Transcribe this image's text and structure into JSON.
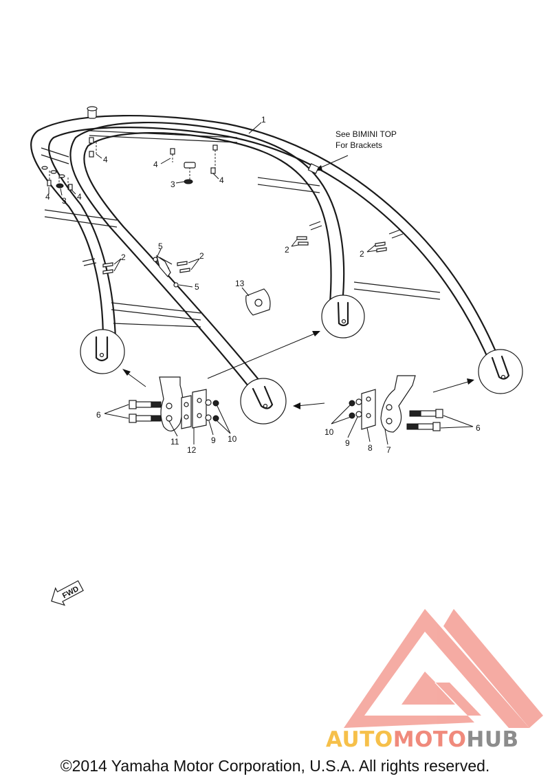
{
  "note": {
    "line1": "See BIMINI TOP",
    "line2": "For Brackets"
  },
  "callouts": {
    "c1": "1",
    "c2a": "2",
    "c2b": "2",
    "c2c": "2",
    "c2d": "2",
    "c3a": "3",
    "c3b": "3",
    "c4a": "4",
    "c4b": "4",
    "c4c": "4",
    "c4d": "4",
    "c4e": "4",
    "c5a": "5",
    "c5b": "5",
    "c6a": "6",
    "c6b": "6",
    "c7": "7",
    "c8": "8",
    "c9a": "9",
    "c9b": "9",
    "c10a": "10",
    "c10b": "10",
    "c11": "11",
    "c12": "12",
    "c13": "13"
  },
  "fwd_label": "FWD",
  "watermark": {
    "part1": "AUTO",
    "part2": "MOTO",
    "part3": "HUB",
    "colors": {
      "auto": "#f6c04a",
      "moto": "#f08a7c",
      "hub": "#8c8c8c",
      "logo": "#f4a39a"
    }
  },
  "copyright": "©2014 Yamaha Motor Corporation, U.S.A. All rights reserved."
}
